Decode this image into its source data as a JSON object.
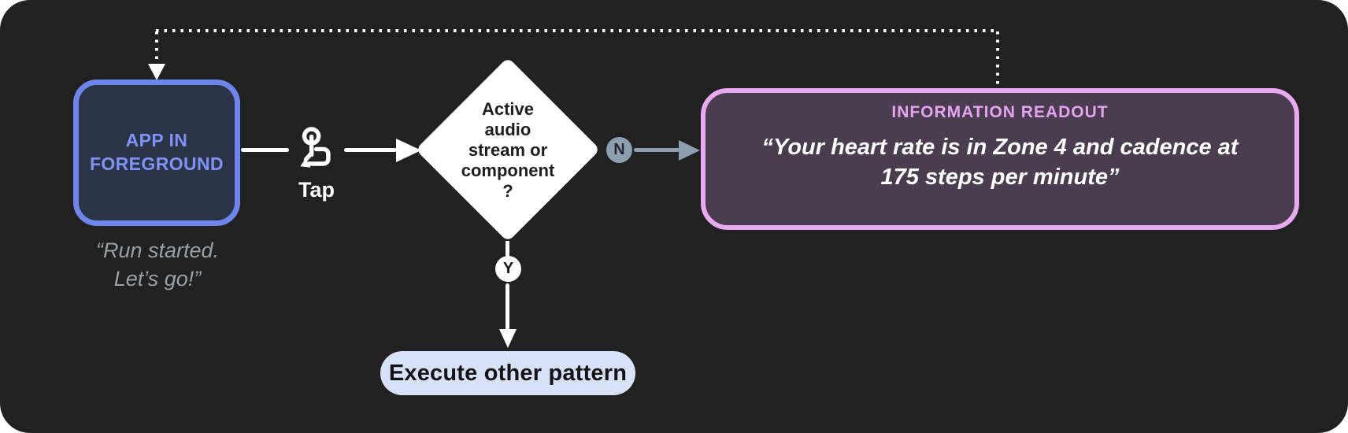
{
  "colors": {
    "background": "#212121",
    "app_border": "#6e85ec",
    "app_fill": "#2b3347",
    "app_text": "#7f93f4",
    "caption_gray": "#9aa0a6",
    "readout_border": "#e9aaf2",
    "readout_fill": "#493d4f",
    "readout_title": "#e5a3f0",
    "branch_gray_blue": "#8c9fb1",
    "pill_fill": "#d7e2f9",
    "connector_white": "#ffffff"
  },
  "flow": {
    "app_node": {
      "label": "APP IN\nFOREGROUND",
      "caption": "“Run started.\nLet’s go!”"
    },
    "tap": {
      "label": "Tap",
      "icon": "tap-gesture-icon"
    },
    "decision": {
      "label": "Active\naudio\nstream or\ncomponent\n?"
    },
    "no_branch": {
      "badge": "N"
    },
    "yes_branch": {
      "badge": "Y"
    },
    "readout_node": {
      "title": "INFORMATION READOUT",
      "body": "“Your heart rate is in Zone 4 and cadence at\n175 steps per minute”"
    },
    "execute_node": {
      "label": "Execute other pattern"
    }
  }
}
